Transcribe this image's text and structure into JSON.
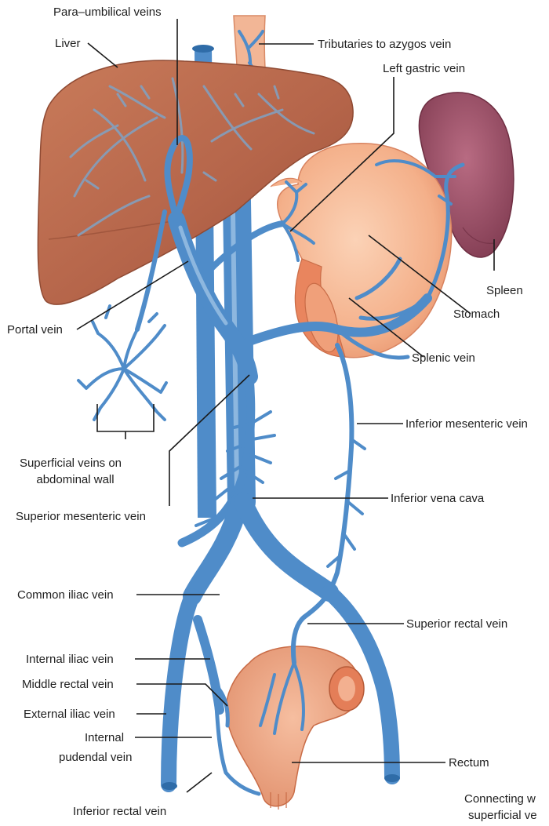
{
  "labels": {
    "para_umbilical_veins": "Para–umbilical veins",
    "liver": "Liver",
    "tributaries_azygos": "Tributaries to azygos vein",
    "left_gastric_vein": "Left gastric vein",
    "spleen": "Spleen",
    "stomach": "Stomach",
    "portal_vein": "Portal vein",
    "splenic_vein": "Splenic vein",
    "superficial_veins_line1": "Superficial veins on",
    "superficial_veins_line2": "abdominal wall",
    "inferior_mesenteric_vein": "Inferior mesenteric vein",
    "superior_mesenteric_vein": "Superior mesenteric vein",
    "inferior_vena_cava": "Inferior vena cava",
    "common_iliac_vein": "Common iliac vein",
    "superior_rectal_vein": "Superior rectal vein",
    "internal_iliac_vein": "Internal iliac vein",
    "middle_rectal_vein": "Middle rectal vein",
    "external_iliac_vein": "External iliac vein",
    "internal_pudendal_line1": "Internal",
    "internal_pudendal_line2": "pudendal vein",
    "rectum": "Rectum",
    "inferior_rectal_vein": "Inferior rectal vein",
    "connecting_line1": "Connecting w",
    "connecting_line2": "superficial ve"
  },
  "colors": {
    "vein": "#4f8cc9",
    "vein_edge": "#2f6ca8",
    "liver": "#b8694a",
    "stomach": "#f4b996",
    "spleen": "#9b4f66",
    "rectum": "#eea484"
  }
}
